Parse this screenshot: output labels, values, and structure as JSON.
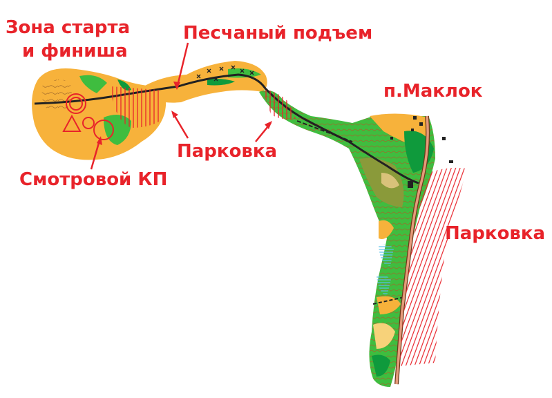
{
  "labels": {
    "start_finish_line1": "Зона старта",
    "start_finish_line2": "и финиша",
    "sandy_rise": "Песчаный подъем",
    "village": "п.Маклок",
    "parking_center": "Парковка",
    "viewing_cp": "Смотровой КП",
    "parking_right": "Парковка"
  },
  "colors": {
    "annotation": "#e8232a",
    "forest_open": "#f7b23b",
    "forest_green": "#3fbd3f",
    "forest_dense": "#0f9a3c",
    "rough_open": "#f7d27a",
    "water": "#58c0e8",
    "road": "#222222",
    "asphalt": "#e59a7a",
    "cliff": "#6a4b14"
  }
}
